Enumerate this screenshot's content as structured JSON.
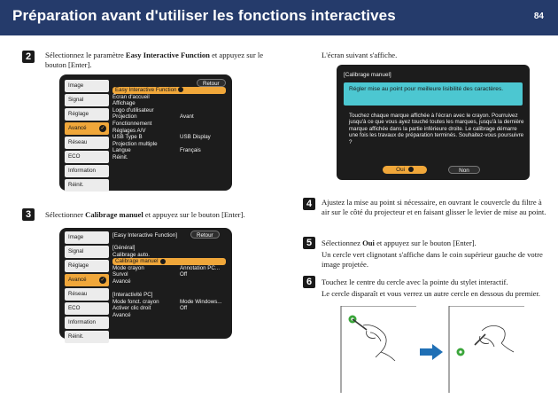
{
  "header": {
    "title": "Préparation avant d'utiliser les fonctions interactives",
    "page_number": "84"
  },
  "steps": {
    "s2": {
      "num": "2",
      "text_html": "Sélectionnez le paramètre <b>Easy Interactive Function</b> et appuyez sur le bouton [Enter]."
    },
    "s3": {
      "num": "3",
      "text_html": "Sélectionner <b>Calibrage manuel</b> et appuyez sur le bouton [Enter]."
    },
    "screen_note": "L'écran suivant s'affiche.",
    "s4": {
      "num": "4",
      "text": "Ajustez la mise au point si nécessaire, en ouvrant le couvercle du filtre à air sur le côté du projecteur et en faisant glisser le levier de mise au point."
    },
    "s5": {
      "num": "5",
      "text_html": "Sélectionnez <b>Oui</b> et appuyez sur le bouton [Enter].",
      "note": "Un cercle vert clignotant s'affiche dans le coin supérieur gauche de votre image projetée."
    },
    "s6": {
      "num": "6",
      "text": "Touchez le centre du cercle avec la pointe du stylet interactif.",
      "note": "Le cercle disparaît et vous verrez un autre cercle en dessous du premier."
    }
  },
  "menu1": {
    "side_items": [
      "Image",
      "Signal",
      "Réglage",
      "Avancé",
      "Réseau",
      "ECO",
      "Information",
      "Réinit."
    ],
    "active_index": 3,
    "retour": "Retour",
    "rows": [
      {
        "label": "Easy Interactive Function",
        "value": "",
        "highlight": true
      },
      {
        "label": "Écran d'accueil",
        "value": ""
      },
      {
        "label": "Affichage",
        "value": ""
      },
      {
        "label": "Logo d'utilisateur",
        "value": ""
      },
      {
        "label": "Projection",
        "value": "Avant"
      },
      {
        "label": "Fonctionnement",
        "value": ""
      },
      {
        "label": "Réglages A/V",
        "value": ""
      },
      {
        "label": "USB Type B",
        "value": "USB Display"
      },
      {
        "label": "Projection multiple",
        "value": ""
      },
      {
        "label": "Langue",
        "value": "Français"
      },
      {
        "label": "Réinit.",
        "value": ""
      }
    ]
  },
  "menu2": {
    "side_items": [
      "Image",
      "Signal",
      "Réglage",
      "Avancé",
      "Réseau",
      "ECO",
      "Information",
      "Réinit."
    ],
    "active_index": 3,
    "breadcrumb": "[Easy Interactive Function]",
    "retour": "Retour",
    "rows": [
      {
        "label": "[Général]",
        "value": ""
      },
      {
        "label": "Calibrage auto.",
        "value": ""
      },
      {
        "label": "Calibrage manuel",
        "value": "",
        "highlight": true
      },
      {
        "label": "Mode crayon",
        "value": "Annotation PC..."
      },
      {
        "label": "Survol",
        "value": "Off"
      },
      {
        "label": "Avancé",
        "value": ""
      },
      {
        "label": "",
        "value": ""
      },
      {
        "label": "[Interactivité PC]",
        "value": ""
      },
      {
        "label": "Mode fonct. crayon",
        "value": "Mode Windows..."
      },
      {
        "label": "Activer clic droit",
        "value": "Off"
      },
      {
        "label": "Avancé",
        "value": ""
      }
    ]
  },
  "dialog": {
    "title": "[Calibrage manuel]",
    "banner": "Régler mise au point pour meilleure lisibilité des caractères.",
    "body": "Touchez chaque marque affichée à l'écran avec le crayon. Pourruivez jusqu'à ce que vous ayez touché toutes les marques, jusqu'à la dernière marque affichée dans la partie inférieure droite. Le calibrage démarre une fois les travaux de préparation terminés. Souhaitez-vous poursuivre ?",
    "yes": "Oui",
    "no": "Non"
  },
  "colors": {
    "header": "#253b6b",
    "accent": "#f0a73a",
    "banner": "#4cc7d1",
    "green_target": "#3aa53a",
    "arrow": "#1f6fb5"
  }
}
